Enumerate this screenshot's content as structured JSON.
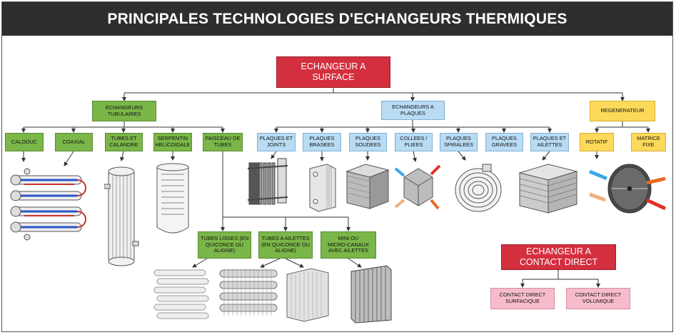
{
  "title": "PRINCIPALES TECHNOLOGIES D'ECHANGEURS THERMIQUES",
  "root": "ECHANGEUR A\nSURFACE",
  "categories": {
    "tubulaires": "ECHANGEURS\nTUBULAIRES",
    "plaques": "ECHANGEURS A\nPLAQUES",
    "regenerateur": "REGENERATEUR"
  },
  "tubular_types": [
    "CALODUC",
    "COAXIAL",
    "TUBES ET\nCALANDRE",
    "SERPENTIN\nHELICOIDALE",
    "FAISCEAU DE\nTUBES"
  ],
  "plate_types": [
    "PLAQUES ET\nJOINTS",
    "PLAQUES\nBRASEES",
    "PLAQUES\nSOUDEES",
    "COLLEES /\nPLIEES",
    "PLAQUES\nSPIRALEES",
    "PLAQUES\nGRAVEES",
    "PLAQUES ET\nAILETTES"
  ],
  "regen_types": [
    "ROTATIF",
    "MATRICE\nFIXE"
  ],
  "bundle_types": [
    "TUBES LISSES (EN\nQUICONCE OU\nALIGNE)",
    "TUBES A AILETTES\n(EN QUICONCE OU\nALIGNE)",
    "MINI OU\nMICRO-CANAUX\nAVEC AILETTES"
  ],
  "direct": {
    "root": "ECHANGEUR A\nCONTACT DIRECT",
    "types": [
      "CONTACT DIRECT\nSURFACIQUE",
      "CONTACT DIRECT\nVOLUMIQUE"
    ]
  },
  "colors": {
    "root": "#d32f3f",
    "tubular": "#7ab648",
    "plates": "#b9dcf4",
    "regen": "#fcd95a",
    "direct": "#f6bccc"
  }
}
